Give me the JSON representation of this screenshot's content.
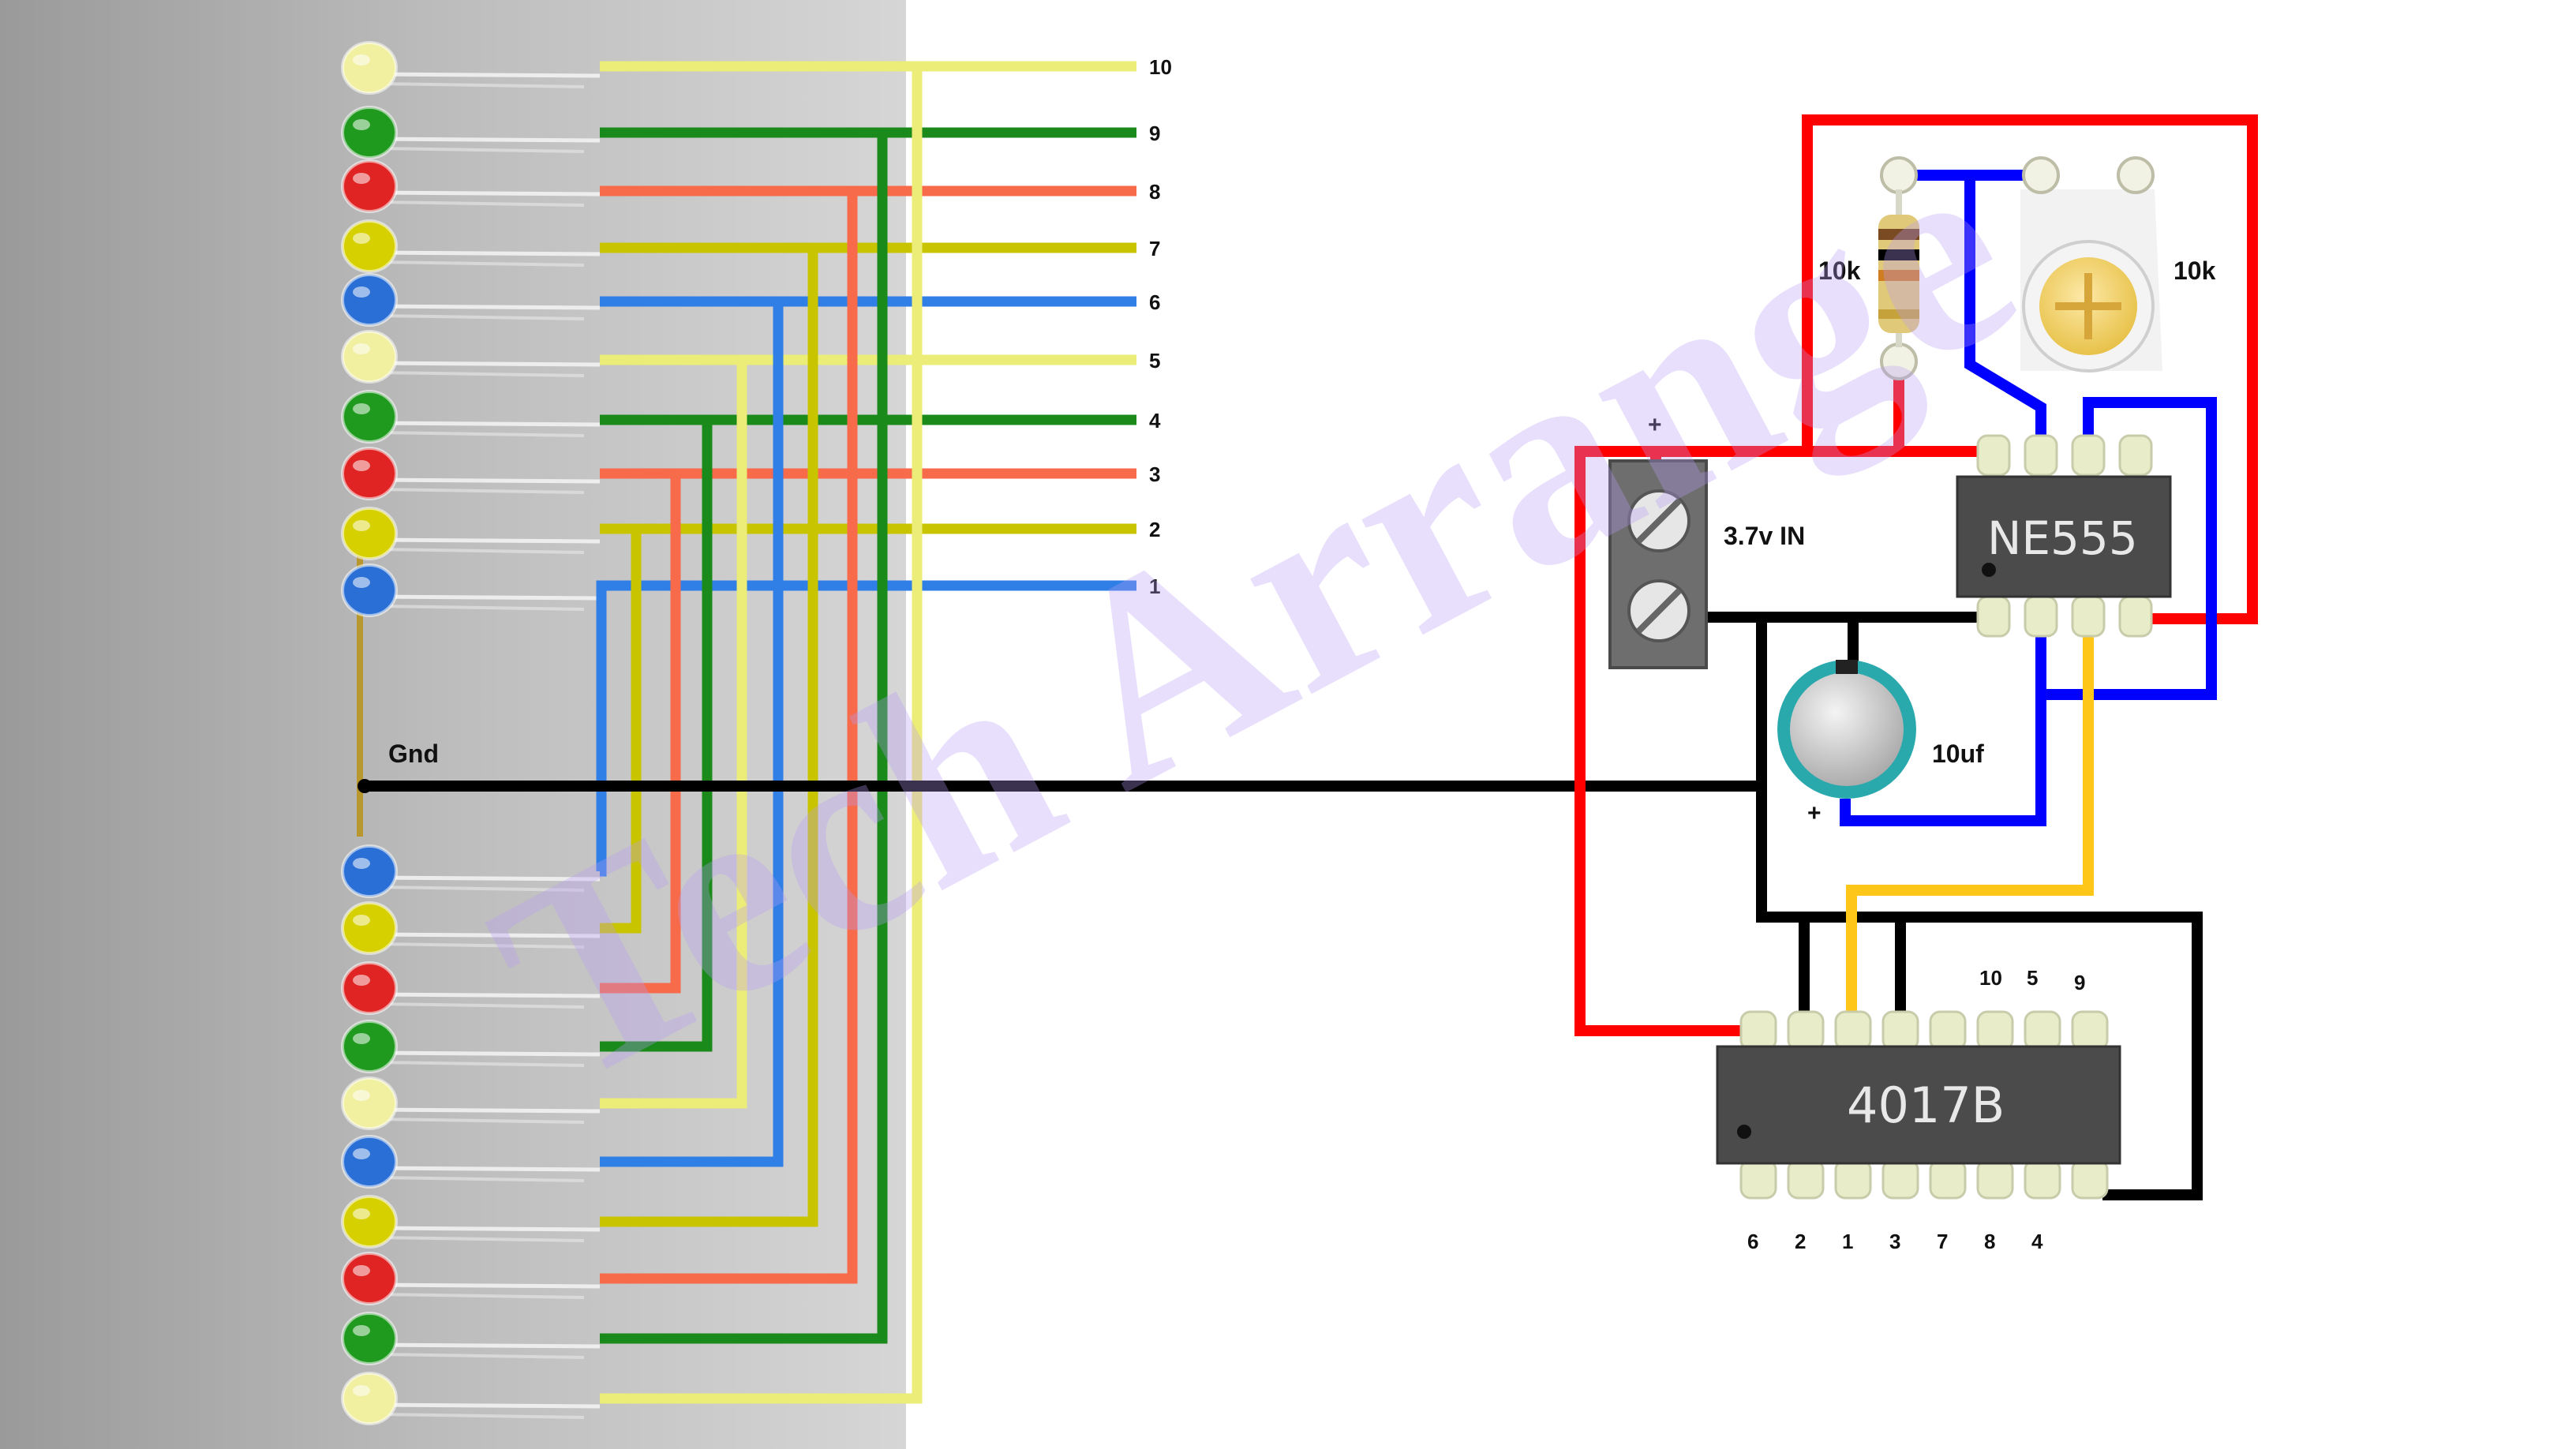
{
  "watermark": "Tech Arrange",
  "led_columns": [
    "1",
    "2",
    "3",
    "4",
    "5",
    "6",
    "7",
    "8",
    "9",
    "10"
  ],
  "led_colors": [
    "#2a6fd6",
    "#d6d000",
    "#e02424",
    "#1f9a1f",
    "#f0f0a0",
    "#2a6fd6",
    "#d6d000",
    "#e02424",
    "#1f9a1f",
    "#f0f0a0"
  ],
  "wire_colors": [
    "#2f7fe6",
    "#c9c400",
    "#f76a4a",
    "#1a8a1a",
    "#ecec78",
    "#2f7fe6",
    "#c9c400",
    "#f76a4a",
    "#1a8a1a",
    "#ecec78"
  ],
  "gnd_label": "Gnd",
  "input_label": "3.7v IN",
  "plus_sign": "+",
  "resistor_label": "10k",
  "pot_label": "10k",
  "cap_label": "10uf",
  "timer_chip": "NE555",
  "counter_chip": "4017B",
  "counter_top_labels": [
    "10",
    "5",
    "9"
  ],
  "counter_bottom_labels": [
    "6",
    "2",
    "1",
    "3",
    "7",
    "8",
    "4"
  ]
}
